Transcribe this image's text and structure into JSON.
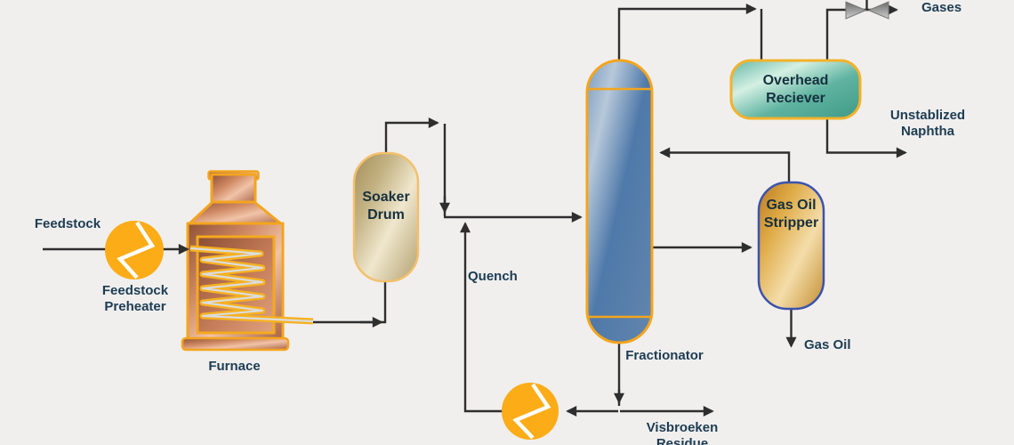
{
  "labels": {
    "feedstock": "Feedstock",
    "feedstock_preheater": "Feedstock\nPreheater",
    "furnace": "Furnace",
    "soaker_drum": "Soaker\nDrum",
    "quench": "Quench",
    "fractionator": "Fractionator",
    "overhead_receiver": "Overhead\nReciever",
    "unstablized_naphtha": "Unstablized\nNaphtha",
    "gases": "Gases",
    "gas_oil_stripper": "Gas Oil\nStripper",
    "gas_oil": "Gas Oil",
    "visbroken_residue": "Visbroeken\nResidue"
  },
  "icons": {
    "feedstock_preheater": "heat-exchanger-circle-with-zigzag",
    "quench_cooler": "heat-exchanger-circle-with-zigzag",
    "furnace": "fired-heater-with-coil",
    "gases_valve": "valve-bowtie-triangles"
  },
  "colors": {
    "background": "#F0EFEE",
    "pipe_line": "#2E2E2E",
    "equipment_outline_gold": "#F3A51E",
    "soaker_outline": "#F3C06C",
    "stripper_outline_blue": "#3C53AC",
    "exchanger_amber": "#FBAC17",
    "furnace_copper": "#C9815C",
    "fractionator_blue": "#5C82AD",
    "receiver_teal": "#5FB3A1",
    "soaker_tan": "#CCBC92",
    "stripper_gold": "#DCAE54",
    "label_text": "#1D3C52"
  }
}
